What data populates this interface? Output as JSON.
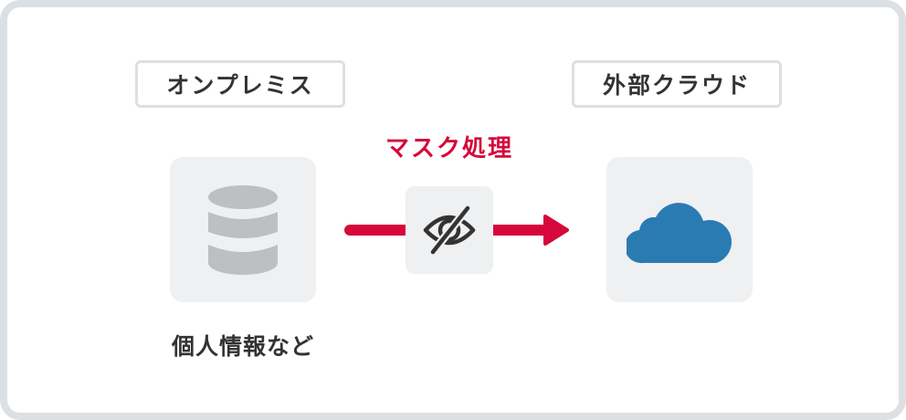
{
  "left": {
    "label": "オンプレミス",
    "caption": "個人情報など",
    "icon": "database-icon"
  },
  "middle": {
    "label": "マスク処理",
    "icon": "eye-slash-icon"
  },
  "right": {
    "label": "外部クラウド",
    "icon": "cloud-icon"
  },
  "colors": {
    "accent": "#d6083b",
    "cloud": "#2b7bb3",
    "database": "#bdbfc1",
    "tile": "#eff0f2",
    "border": "#dde0e3"
  }
}
